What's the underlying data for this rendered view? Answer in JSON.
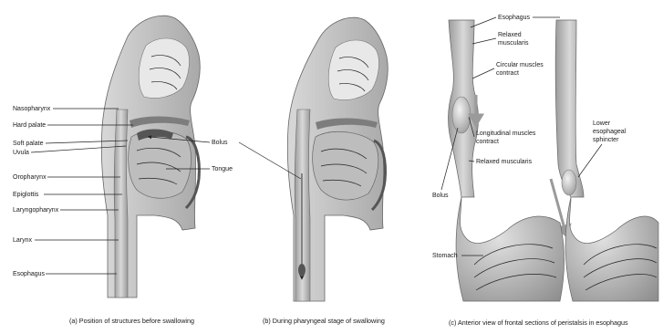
{
  "panel_a": {
    "caption": "(a) Position of structures before swallowing",
    "labels": {
      "nasopharynx": "Nasopharynx",
      "hard_palate": "Hard palate",
      "soft_palate": "Soft palate",
      "uvula": "Uvula",
      "oropharynx": "Oropharynx",
      "epiglottis": "Epiglottis",
      "laryngopharynx": "Laryngopharynx",
      "larynx": "Larynx",
      "esophagus": "Esophagus",
      "bolus": "Bolus",
      "tongue": "Tongue"
    }
  },
  "panel_b": {
    "caption": "(b) During pharyngeal stage of swallowing"
  },
  "panel_c": {
    "caption": "(c) Anterior view of frontal sections of peristalsis in esophagus",
    "labels": {
      "esophagus": "Esophagus",
      "relaxed_1": "Relaxed",
      "relaxed_2": "muscularis",
      "circular_1": "Circular muscles",
      "circular_2": "contract",
      "longitudinal_1": "Longitudinal muscles",
      "longitudinal_2": "contract",
      "relaxed_muscularis": "Relaxed muscularis",
      "bolus": "Bolus",
      "stomach": "Stomach",
      "lower_1": "Lower",
      "lower_2": "esophageal",
      "lower_3": "sphincter"
    }
  },
  "colors": {
    "tissue": "#c9c9c9",
    "tissue_dark": "#8a8a8a",
    "tissue_light": "#e6e6e6",
    "outline": "#555555",
    "arrow": "#7a7a7a"
  }
}
